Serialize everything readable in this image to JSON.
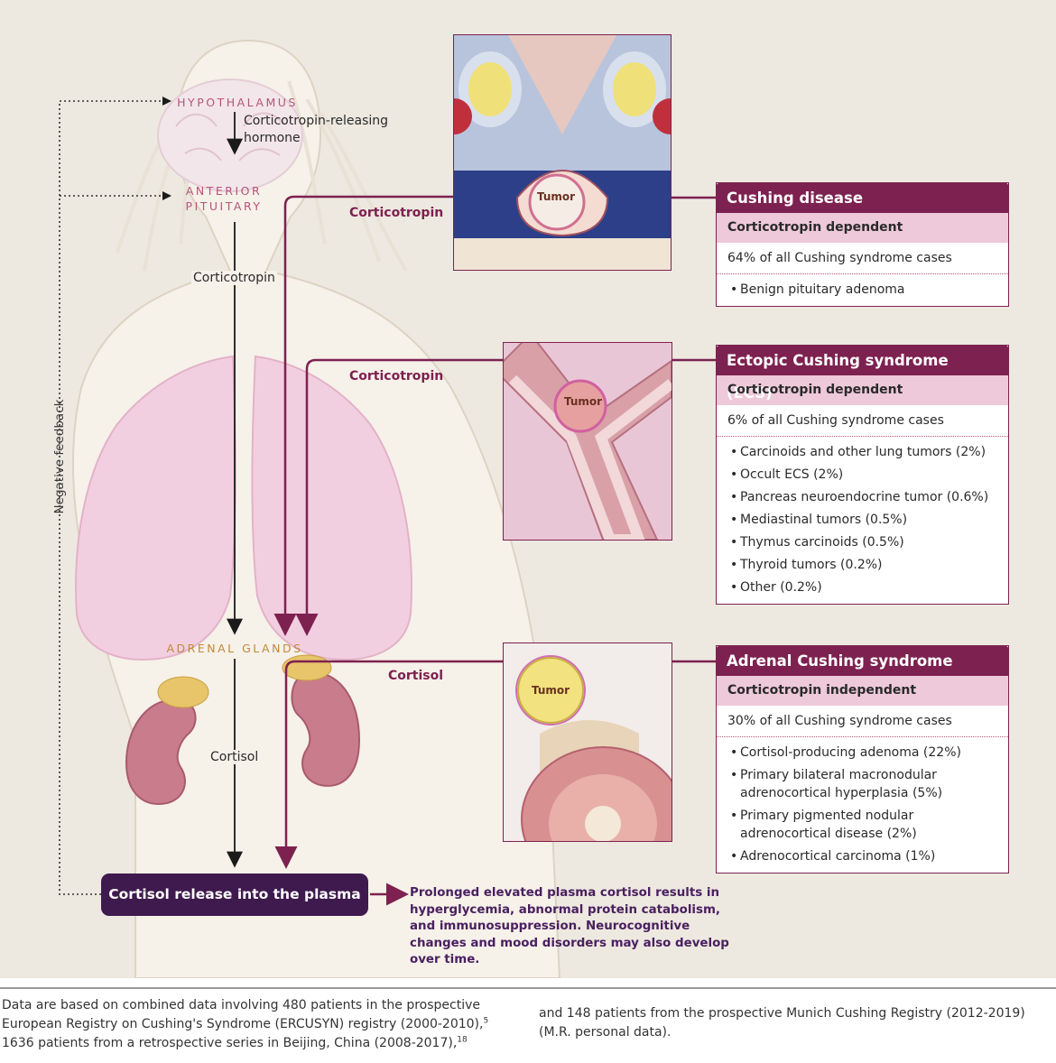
{
  "organs": {
    "hypothalamus": "HYPOTHALAMUS",
    "anterior_pituitary_line1": "ANTERIOR",
    "anterior_pituitary_line2": "PITUITARY",
    "adrenal_glands": "ADRENAL GLANDS"
  },
  "flow": {
    "crh_line1": "Corticotropin-releasing",
    "crh_line2": "hormone",
    "corticotropin": "Corticotropin",
    "cortisol": "Cortisol"
  },
  "arrow_labels": {
    "pituitary": "Corticotropin",
    "ectopic": "Corticotropin",
    "adrenal": "Cortisol"
  },
  "tumor_label": "Tumor",
  "negative_feedback": "Negative feedback",
  "boxes": [
    {
      "title": "Cushing disease",
      "dependency": "Corticotropin dependent",
      "share": "64% of all Cushing syndrome cases",
      "causes": [
        "Benign pituitary adenoma"
      ]
    },
    {
      "title": "Ectopic Cushing syndrome (ECS)",
      "dependency": "Corticotropin dependent",
      "share": "6% of all Cushing syndrome cases",
      "causes": [
        "Carcinoids and other lung tumors (2%)",
        "Occult ECS (2%)",
        "Pancreas neuroendocrine tumor (0.6%)",
        "Mediastinal tumors (0.5%)",
        "Thymus carcinoids (0.5%)",
        "Thyroid tumors (0.2%)",
        "Other (0.2%)"
      ]
    },
    {
      "title": "Adrenal Cushing syndrome",
      "dependency": "Corticotropin independent",
      "share": "30% of all Cushing syndrome cases",
      "causes": [
        "Cortisol-producing adenoma (22%)",
        "Primary bilateral macronodular adrenocortical hyperplasia (5%)",
        "Primary pigmented nodular adrenocortical disease (2%)",
        "Adrenocortical carcinoma (1%)"
      ]
    }
  ],
  "release": "Cortisol release into the plasma",
  "effect": "Prolonged elevated plasma cortisol results in hyperglycemia, abnormal protein catabolism, and immunosuppression. Neurocognitive changes and mood disorders may also develop over time.",
  "footnote": {
    "col1_line1": "Data are based on combined data involving 480 patients in the prospective",
    "col1_line2": "European Registry on Cushing's Syndrome (ERCUSYN) registry (2000-2010),",
    "col1_ref2": "5",
    "col1_line3": "1636 patients from a retrospective series in Beijing, China (2008-2017),",
    "col1_ref3": "18",
    "col2_line1": "and 148 patients from the prospective Munich Cushing Registry (2012-2019)",
    "col2_line2": "(M.R. personal data)."
  },
  "colors": {
    "accent": "#7d2150",
    "accent_light": "#eec9d9",
    "release_box": "#3f1a4e",
    "effect_text": "#4a2060",
    "organ_label": "#b5557a",
    "adrenal_label": "#c08a3a"
  }
}
